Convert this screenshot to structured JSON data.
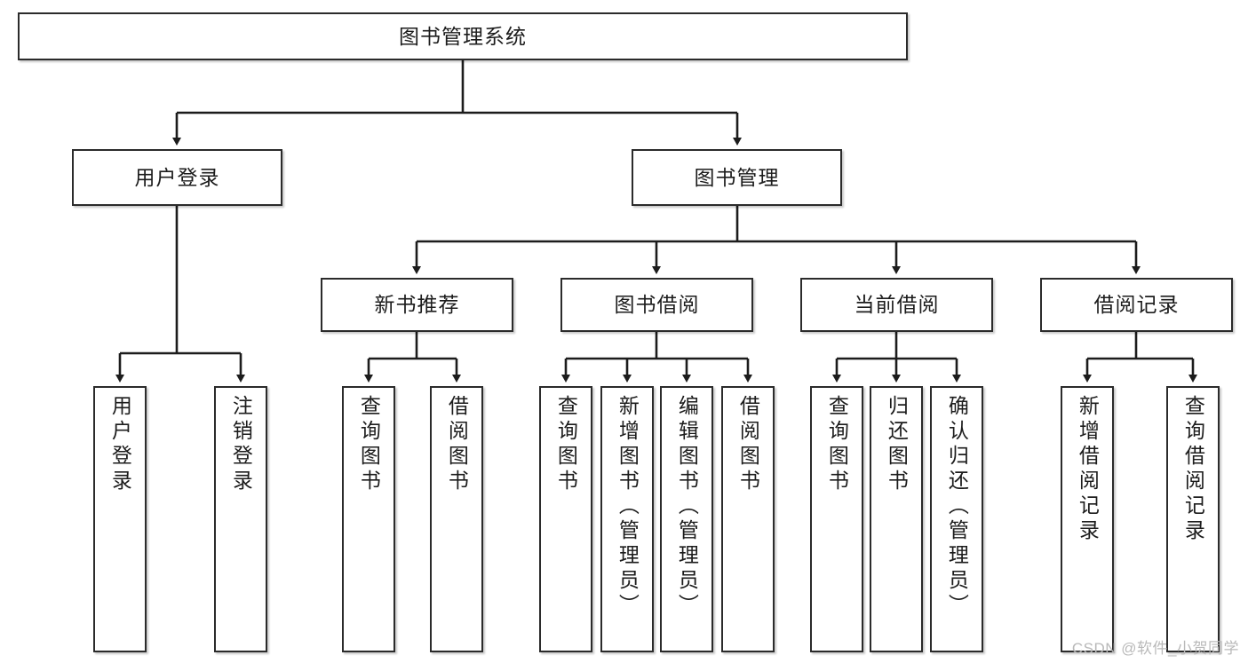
{
  "diagram": {
    "title": "图书管理系统",
    "type": "tree-hierarchy-diagram",
    "watermark": "CSDN @软件_小贺同学",
    "colors": {
      "box_border": "#2b2b2b",
      "box_fill": "#ffffff",
      "edge": "#1c1c1c",
      "text": "#1c1c1c",
      "watermark": "#b9b9b9",
      "background": "#ffffff"
    },
    "nodes": {
      "root": {
        "label": "图书管理系统"
      },
      "level1": [
        {
          "id": "user-login",
          "label": "用户登录"
        },
        {
          "id": "book-management",
          "label": "图书管理"
        }
      ],
      "level2": [
        {
          "id": "new-book-recommend",
          "label": "新书推荐"
        },
        {
          "id": "book-borrow",
          "label": "图书借阅"
        },
        {
          "id": "current-borrow",
          "label": "当前借阅"
        },
        {
          "id": "borrow-record",
          "label": "借阅记录"
        }
      ],
      "leaves": {
        "user-login": [
          {
            "id": "leaf-user-login",
            "label": "用户登录"
          },
          {
            "id": "leaf-logout",
            "label": "注销登录"
          }
        ],
        "new-book-recommend": [
          {
            "id": "leaf-query-book-1",
            "label": "查询图书"
          },
          {
            "id": "leaf-borrow-book-1",
            "label": "借阅图书"
          }
        ],
        "book-borrow": [
          {
            "id": "leaf-query-book-2",
            "label": "查询图书"
          },
          {
            "id": "leaf-add-book",
            "label": "新增图书（管理员）"
          },
          {
            "id": "leaf-edit-book",
            "label": "编辑图书（管理员）"
          },
          {
            "id": "leaf-borrow-book-2",
            "label": "借阅图书"
          }
        ],
        "current-borrow": [
          {
            "id": "leaf-query-book-3",
            "label": "查询图书"
          },
          {
            "id": "leaf-return-book",
            "label": "归还图书"
          },
          {
            "id": "leaf-confirm-return",
            "label": "确认归还（管理员）"
          }
        ],
        "borrow-record": [
          {
            "id": "leaf-add-record",
            "label": "新增借阅记录"
          },
          {
            "id": "leaf-query-record",
            "label": "查询借阅记录"
          }
        ]
      }
    }
  }
}
